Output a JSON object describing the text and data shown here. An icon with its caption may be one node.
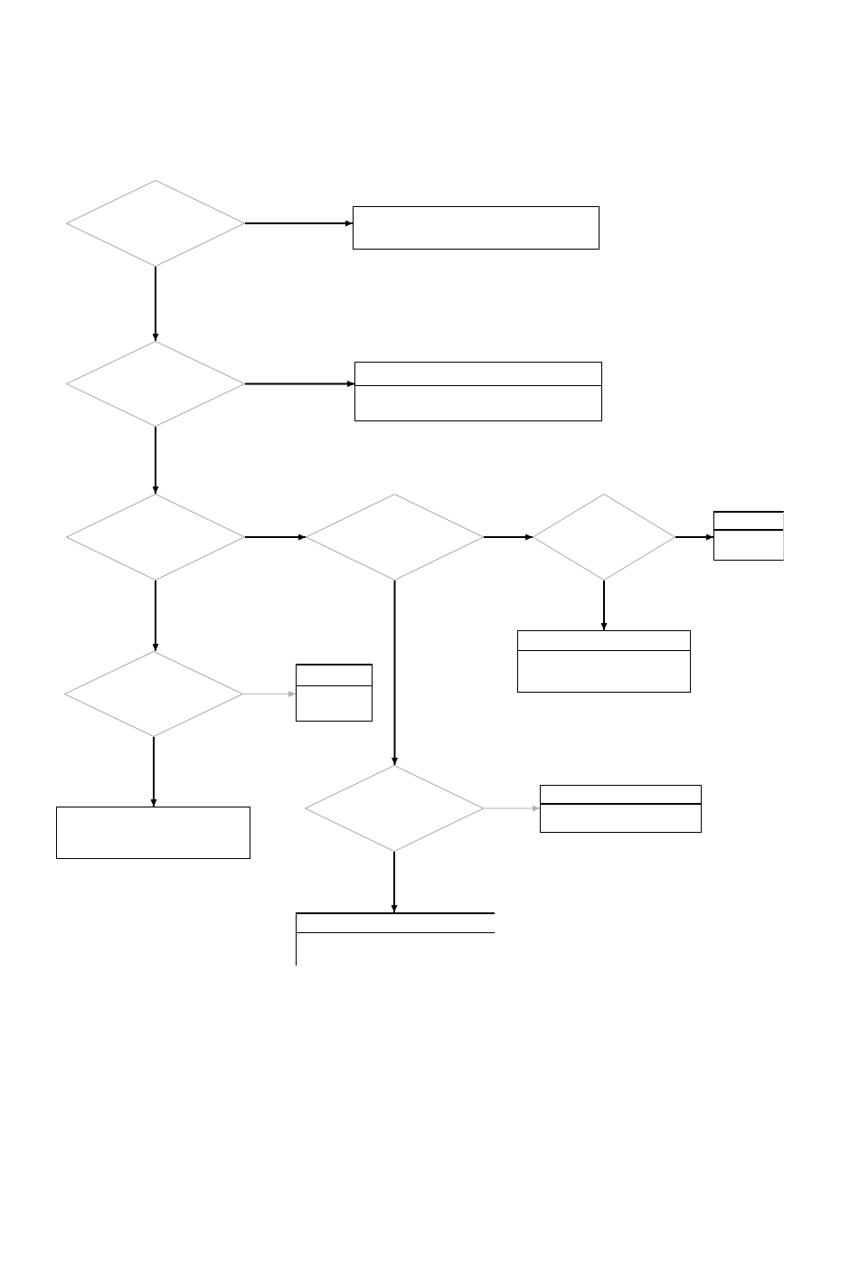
{
  "diagram": {
    "nodes": [
      {
        "text": [],
        "shape": "diamond"
      },
      {
        "text": [],
        "shape": "box"
      },
      {
        "text": [],
        "shape": "diamond"
      },
      {
        "text": [],
        "shape": "box"
      },
      {
        "text": [],
        "shape": "diamond"
      },
      {
        "text": [],
        "shape": "diamond"
      },
      {
        "text": [],
        "shape": "diamond"
      },
      {
        "text": [],
        "shape": "box"
      },
      {
        "text": [],
        "shape": "diamond"
      },
      {
        "text": [],
        "shape": "box"
      },
      {
        "text": [],
        "shape": "box"
      },
      {
        "text": [],
        "shape": "box"
      },
      {
        "text": [],
        "shape": "diamond"
      },
      {
        "text": [],
        "shape": "box"
      },
      {
        "text": [],
        "shape": "box"
      }
    ],
    "edges": [
      {
        "from": 0,
        "to": 1,
        "arrow": "to"
      },
      {
        "from": 0,
        "to": 2,
        "arrow": "to"
      },
      {
        "from": 2,
        "to": 3,
        "arrow": "to"
      },
      {
        "from": 2,
        "to": 4,
        "arrow": "to"
      },
      {
        "from": 4,
        "to": 5,
        "arrow": "to"
      },
      {
        "from": 5,
        "to": 6,
        "arrow": "to"
      },
      {
        "from": 6,
        "to": 7,
        "arrow": "to"
      },
      {
        "from": 6,
        "to": 10,
        "arrow": "to"
      },
      {
        "from": 4,
        "to": 8,
        "arrow": "to"
      },
      {
        "from": 8,
        "to": 9,
        "arrow": "to",
        "color": "#b4b4b4"
      },
      {
        "from": 8,
        "to": 11,
        "arrow": "to"
      },
      {
        "from": 5,
        "to": 12,
        "arrow": "to"
      },
      {
        "from": 12,
        "to": 13,
        "arrow": "to",
        "color": "#b4b4b4"
      },
      {
        "from": 12,
        "to": 14,
        "arrow": "to"
      }
    ]
  }
}
